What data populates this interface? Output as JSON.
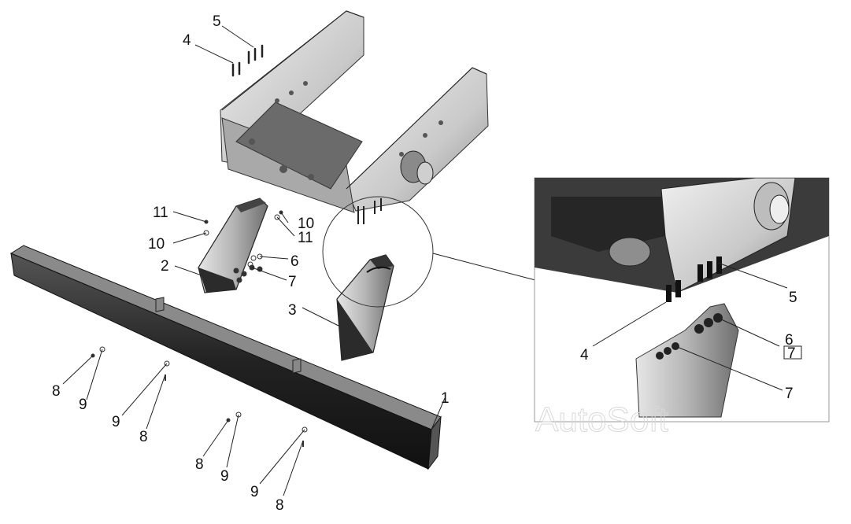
{
  "watermark": "AutoSoft",
  "callouts": {
    "c1": "1",
    "c2": "2",
    "c3": "3",
    "c4": "4",
    "c5": "5",
    "c6": "6",
    "c7": "7",
    "c8": "8",
    "c9": "9",
    "c10": "10",
    "c11": "11",
    "d4": "4",
    "d5": "5",
    "d6": "6",
    "d7a": "7",
    "d7b": "7"
  },
  "colors": {
    "line": "#222222",
    "metal_light": "#d9d9d9",
    "metal_mid": "#9a9a9a",
    "metal_dark": "#3a3a3a"
  }
}
